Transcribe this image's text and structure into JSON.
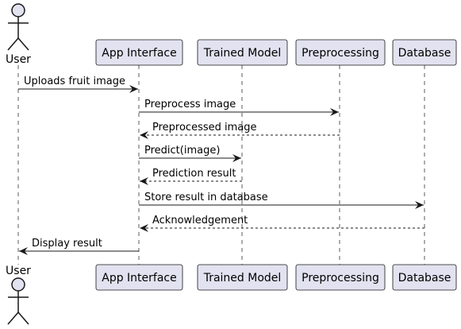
{
  "participants": [
    {
      "id": "user",
      "label": "User",
      "kind": "actor"
    },
    {
      "id": "app",
      "label": "App Interface",
      "kind": "box"
    },
    {
      "id": "model",
      "label": "Trained Model",
      "kind": "box"
    },
    {
      "id": "prep",
      "label": "Preprocessing",
      "kind": "box"
    },
    {
      "id": "db",
      "label": "Database",
      "kind": "box"
    }
  ],
  "messages": [
    {
      "from": "user",
      "to": "app",
      "label": "Uploads fruit image",
      "style": "solid"
    },
    {
      "from": "app",
      "to": "prep",
      "label": "Preprocess image",
      "style": "solid"
    },
    {
      "from": "prep",
      "to": "app",
      "label": "Preprocessed image",
      "style": "dashed"
    },
    {
      "from": "app",
      "to": "model",
      "label": "Predict(image)",
      "style": "solid"
    },
    {
      "from": "model",
      "to": "app",
      "label": "Prediction result",
      "style": "dashed"
    },
    {
      "from": "app",
      "to": "db",
      "label": "Store result in database",
      "style": "solid"
    },
    {
      "from": "db",
      "to": "app",
      "label": "Acknowledgement",
      "style": "dashed"
    },
    {
      "from": "app",
      "to": "user",
      "label": "Display result",
      "style": "solid"
    }
  ],
  "colors": {
    "participant_fill": "#e2e2f0",
    "participant_stroke": "#181818",
    "line": "#181818",
    "lifeline": "#181818"
  }
}
